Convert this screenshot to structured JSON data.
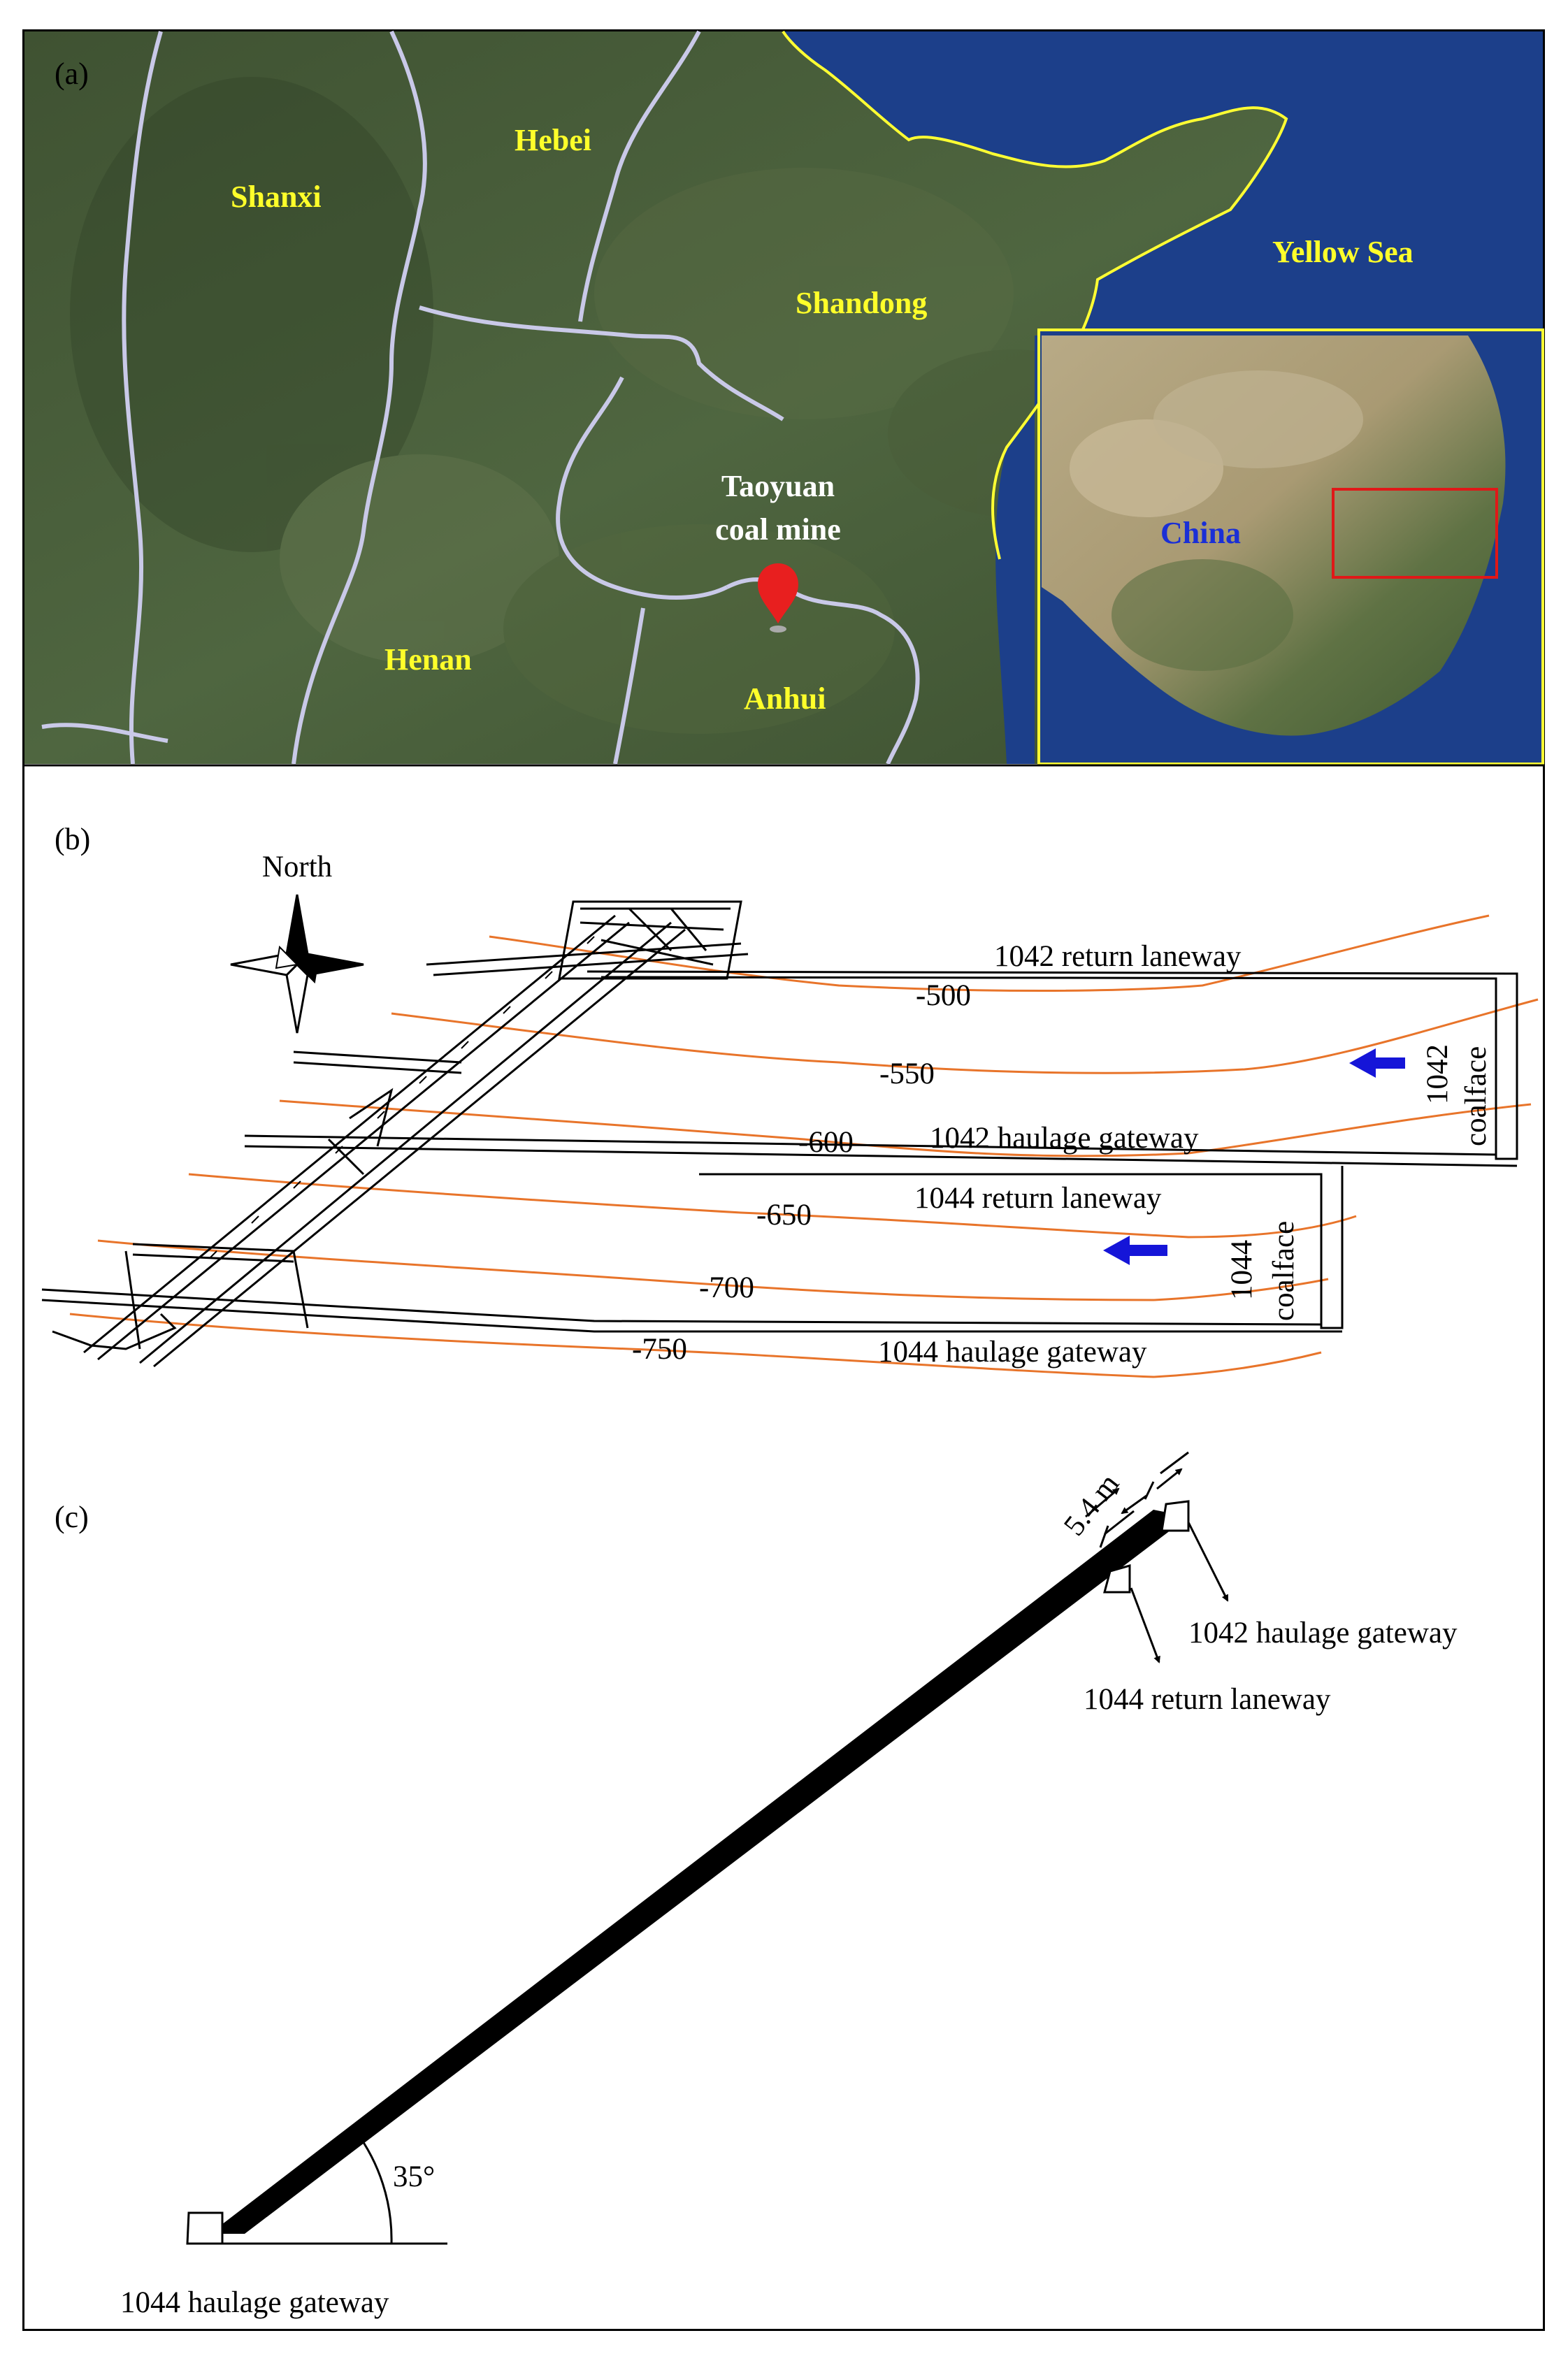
{
  "panel_a": {
    "tag": "(a)",
    "labels": {
      "shanxi": "Shanxi",
      "hebei": "Hebei",
      "shandong": "Shandong",
      "yellow_sea": "Yellow Sea",
      "henan": "Henan",
      "anhui": "Anhui",
      "mine_line1": "Taoyuan",
      "mine_line2": "coal mine",
      "china": "China"
    },
    "colors": {
      "land": "#4d5f3a",
      "sea": "#1c3f8a",
      "province_border": "#c9c9e8",
      "coast_border": "#ffff33",
      "inset_frame": "#ffff33",
      "inset_box": "#e01818",
      "marker": "#e81f1f"
    },
    "icons": {
      "marker": "map-pin-icon"
    }
  },
  "panel_b": {
    "tag": "(b)",
    "compass_label": "North",
    "icons": {
      "compass": "compass-rose-icon",
      "advance": "arrow-left-icon"
    },
    "roadway_labels": {
      "return_1042": "1042 return laneway",
      "haulage_1042": "1042 haulage gateway",
      "return_1044": "1044 return laneway",
      "haulage_1044": "1044 haulage gateway",
      "coalface_1042_a": "1042",
      "coalface_1042_b": "coalface",
      "coalface_1044_a": "1044",
      "coalface_1044_b": "coalface"
    },
    "contours": [
      "-500",
      "-550",
      "-600",
      "-650",
      "-700",
      "-750"
    ],
    "colors": {
      "contour": "#e8742a",
      "arrow": "#1515d8",
      "roadway": "#000000"
    }
  },
  "panel_c": {
    "tag": "(c)",
    "thickness_label": "5.4 m",
    "angle_label": "35°",
    "labels": {
      "haulage_1042": "1042 haulage gateway",
      "return_1044": "1044 return laneway",
      "haulage_1044": "1044 haulage gateway"
    }
  }
}
